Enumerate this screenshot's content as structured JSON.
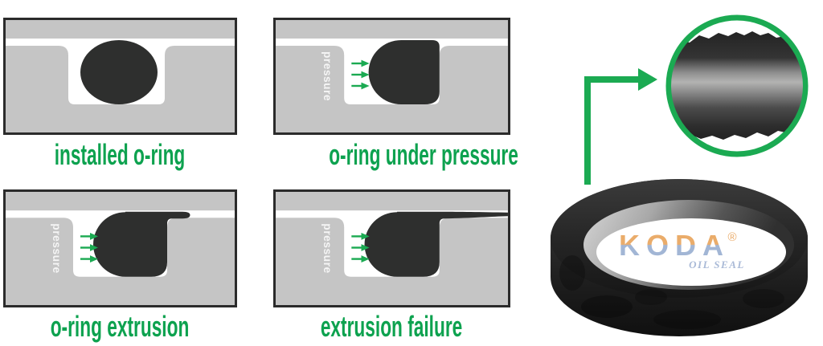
{
  "panels": [
    {
      "id": "installed-o-ring",
      "label": "installed o-ring"
    },
    {
      "id": "o-ring-under-pressure",
      "label": "o-ring under pressure",
      "pressure_label": "pressure"
    },
    {
      "id": "o-ring-extrusion",
      "label": "o-ring extrusion",
      "pressure_label": "pressure"
    },
    {
      "id": "extrusion-failure",
      "label": "extrusion failure",
      "pressure_label": "pressure"
    }
  ],
  "product": {
    "brand": "KODA",
    "registered_mark": "®",
    "tagline": "OIL SEAL"
  },
  "icons": {
    "callout_arrow": "right-angle-arrow",
    "magnifier": "magnified-surface-circle"
  },
  "colors": {
    "accent_green_text": "#0DA24F",
    "accent_green_shape": "#1BAA52",
    "housing_gray": "#C5C5C5",
    "rubber_dark": "#2E2F2E",
    "panel_border": "#2B2B2B",
    "logo_orange": "#E9A55E",
    "logo_blue": "#9BB0D2"
  }
}
